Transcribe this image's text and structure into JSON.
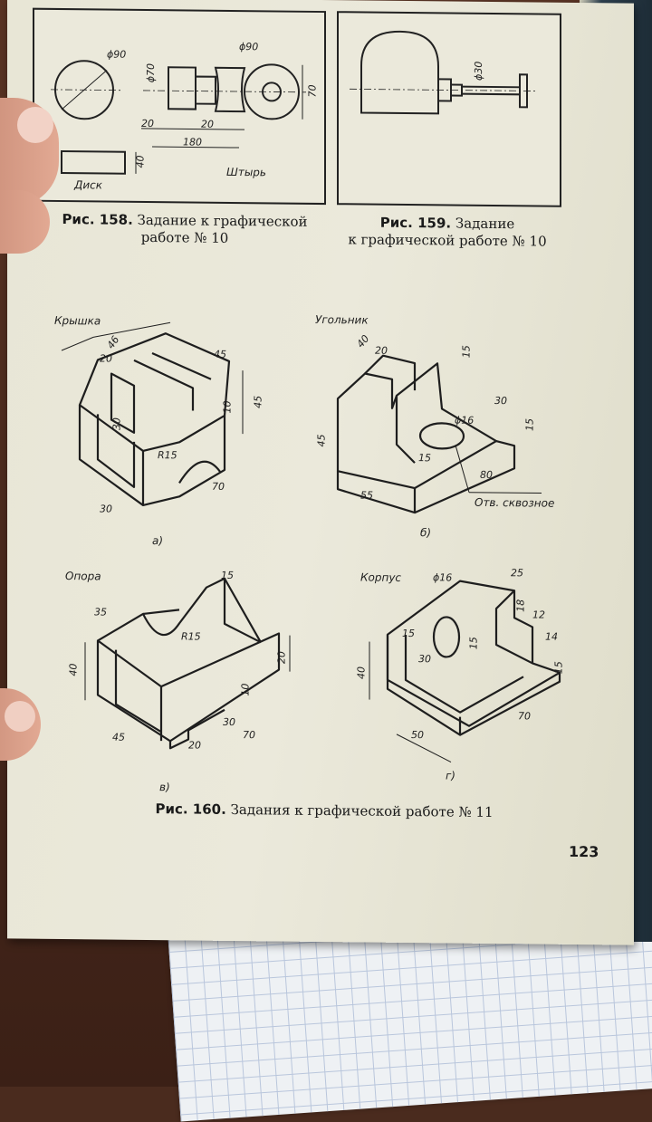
{
  "fig158": {
    "caption_num": "Рис. 158.",
    "caption_line1": "Задание к графической",
    "caption_line2": "работе № 10",
    "labels": {
      "disk": "Диск",
      "pin": "Штырь",
      "d90a": "ϕ90",
      "d70": "ϕ70",
      "d90b": "ϕ90",
      "h70": "70",
      "l20a": "20",
      "l20b": "20",
      "l180": "180",
      "h40": "40"
    }
  },
  "fig159": {
    "caption_num": "Рис. 159.",
    "caption_line1": "Задание",
    "caption_line2": "к графической работе № 10",
    "labels": {
      "d30": "ϕ30"
    }
  },
  "fig160": {
    "caption_num": "Рис. 160.",
    "caption_text": "Задания к графической работе № 11",
    "a": {
      "title": "Крышка",
      "letter": "а)",
      "dims": {
        "d46": "46",
        "d20": "20",
        "d45a": "45",
        "d10": "10",
        "d45b": "45",
        "d30a": "30",
        "r15": "R15",
        "d70": "70",
        "d30b": "30"
      }
    },
    "b": {
      "title": "Угольник",
      "letter": "б)",
      "note": "Отв. сквозное",
      "dims": {
        "d40": "40",
        "d20": "20",
        "d15a": "15",
        "d30": "30",
        "d16": "ϕ16",
        "d15b": "15",
        "d45": "45",
        "d15c": "15",
        "d80": "80",
        "d55": "55"
      }
    },
    "c": {
      "title": "Опора",
      "letter": "в)",
      "dims": {
        "d15": "15",
        "d35": "35",
        "r15": "R15",
        "d40": "40",
        "d20a": "20",
        "d10": "10",
        "d45": "45",
        "d20b": "20",
        "d30": "30",
        "d70": "70"
      }
    },
    "d": {
      "title": "Корпус",
      "letter": "г)",
      "dims": {
        "d16": "ϕ16",
        "d25": "25",
        "d18": "18",
        "d12": "12",
        "d15a": "15",
        "d14": "14",
        "d30": "30",
        "d15b": "15",
        "d15c": "15",
        "d40": "40",
        "d50": "50",
        "d70": "70"
      }
    }
  },
  "page_number": "123"
}
